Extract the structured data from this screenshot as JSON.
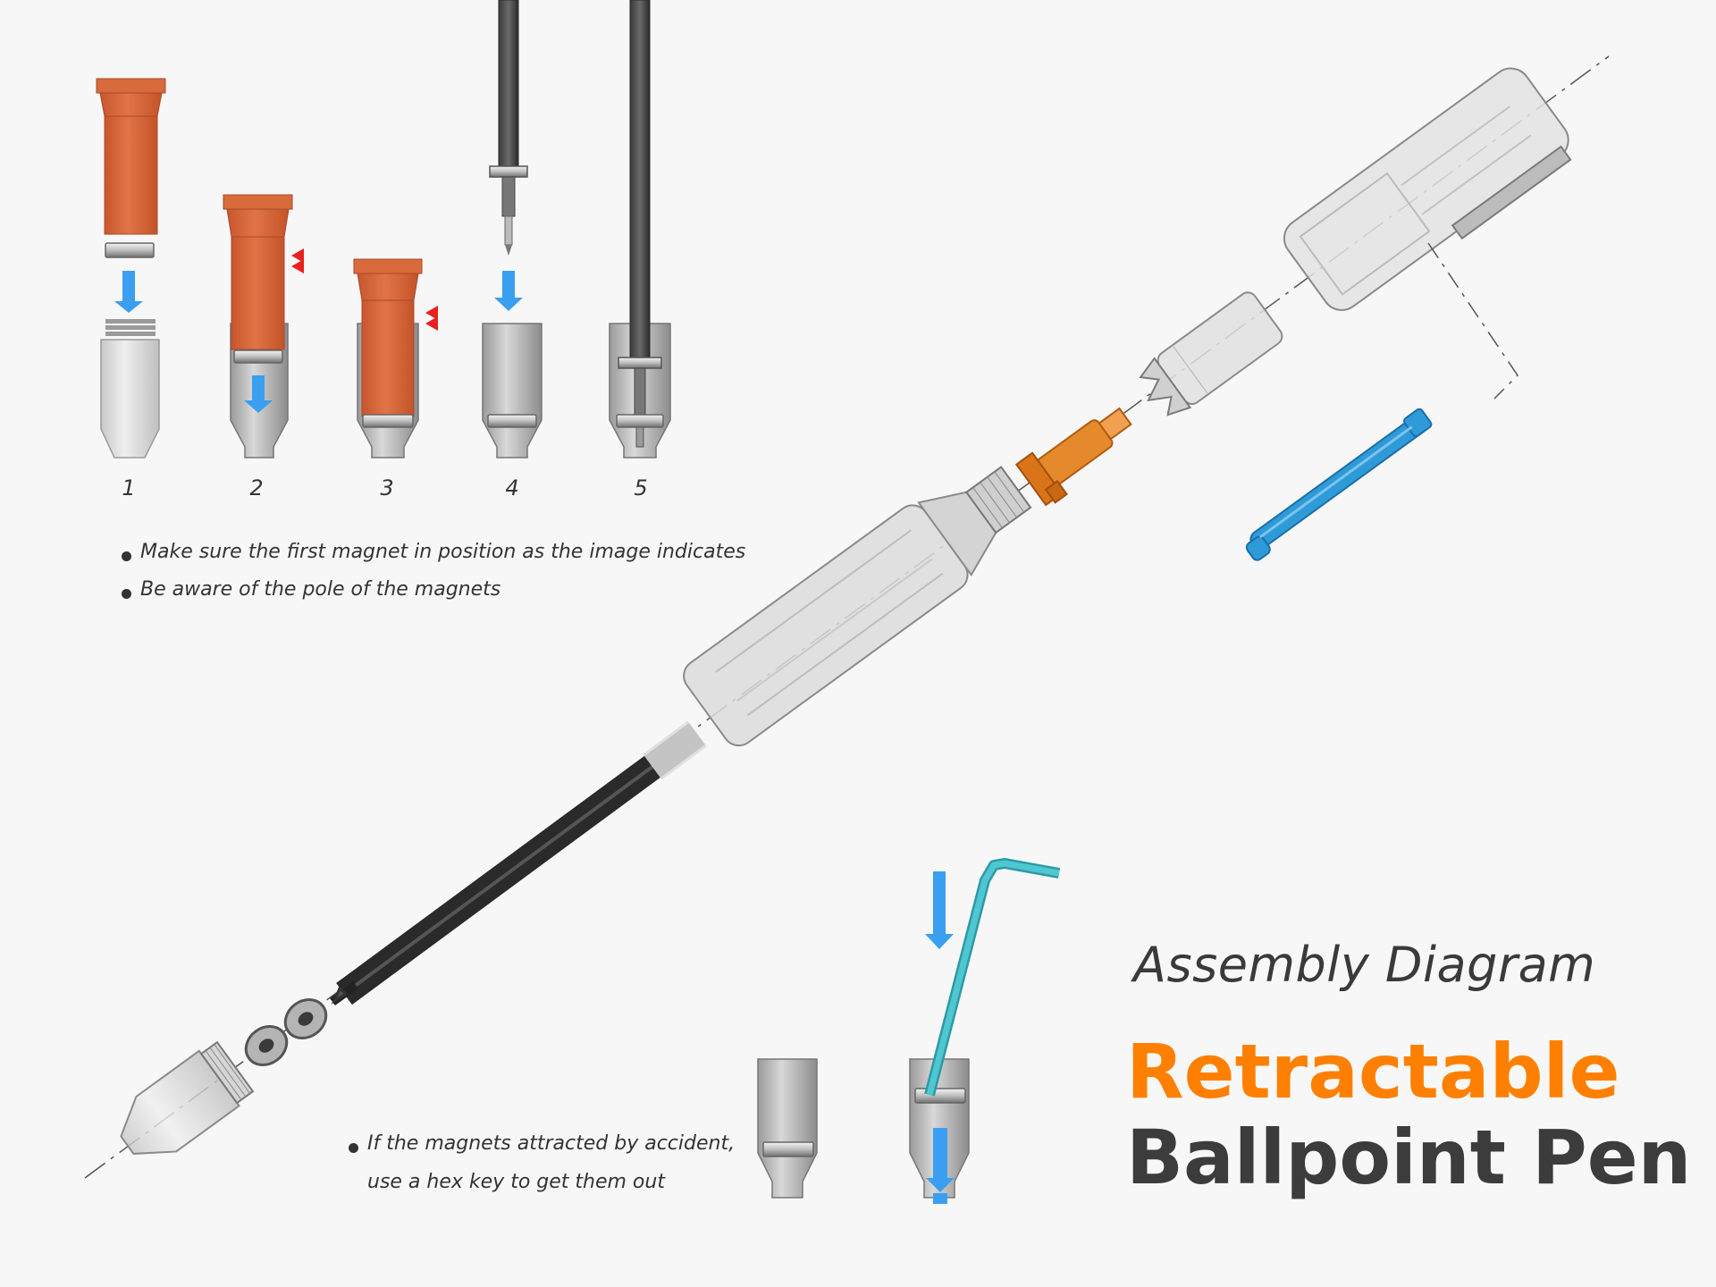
{
  "steps": [
    "1",
    "2",
    "3",
    "4",
    "5"
  ],
  "notes": {
    "top": [
      "Make sure the first magnet in position as the image indicates",
      "Be aware of the pole of the magnets"
    ],
    "bottom": [
      "If the magnets attracted by accident,",
      "use a hex key to get them out"
    ]
  },
  "title": {
    "subtitle": "Assembly Diagram",
    "line1": "Retractable",
    "line2": "Ballpoint Pen"
  },
  "colors": {
    "accent_orange": "#ff8000",
    "part_orange": "#d9663a",
    "arrow_blue": "#3a9ff0",
    "clip_blue": "#2e9ad6",
    "hex_key_teal": "#3ab7c2",
    "marker_red": "#e82020",
    "text_dark": "#3c3c3c",
    "background": "#f7f7f7"
  },
  "icons": [
    "down-arrow-icon",
    "red-marker-icon",
    "bullet-icon"
  ]
}
